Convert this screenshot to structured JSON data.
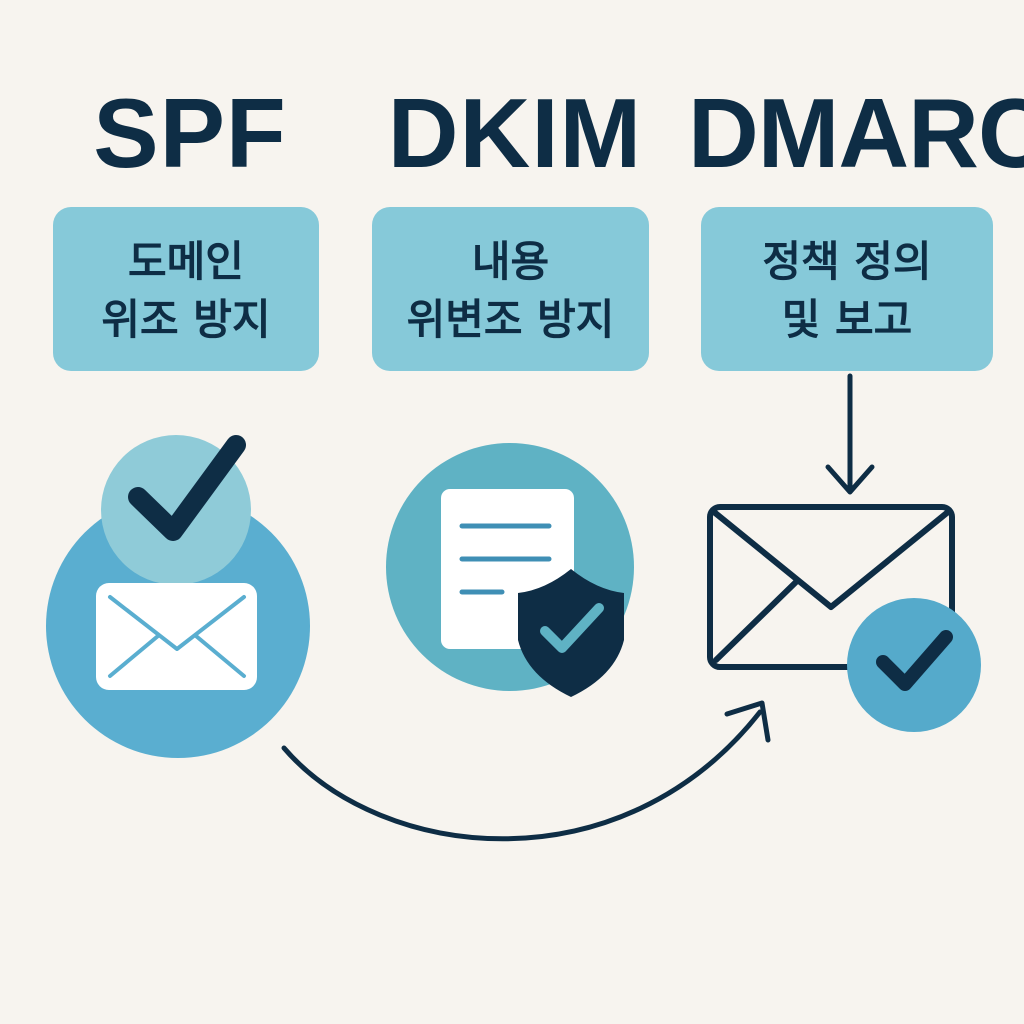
{
  "columns": [
    {
      "title": "SPF",
      "description_lines": [
        "도메인",
        "위조 방지"
      ],
      "icon": "envelope-check-icon"
    },
    {
      "title": "DKIM",
      "description_lines": [
        "내용",
        "위변조 방지"
      ],
      "icon": "document-shield-icon"
    },
    {
      "title": "DMARC",
      "description_lines": [
        "정책 정의",
        "및 보고"
      ],
      "icon": "envelope-verified-icon"
    }
  ],
  "colors": {
    "background": "#f7f4ef",
    "dark_navy": "#0e2d45",
    "label_box": "#86c9d9",
    "light_teal": "#8fcbd8",
    "medium_blue": "#5aaed0",
    "teal": "#5fb2c4",
    "check_badge_blue": "#55aacb"
  }
}
